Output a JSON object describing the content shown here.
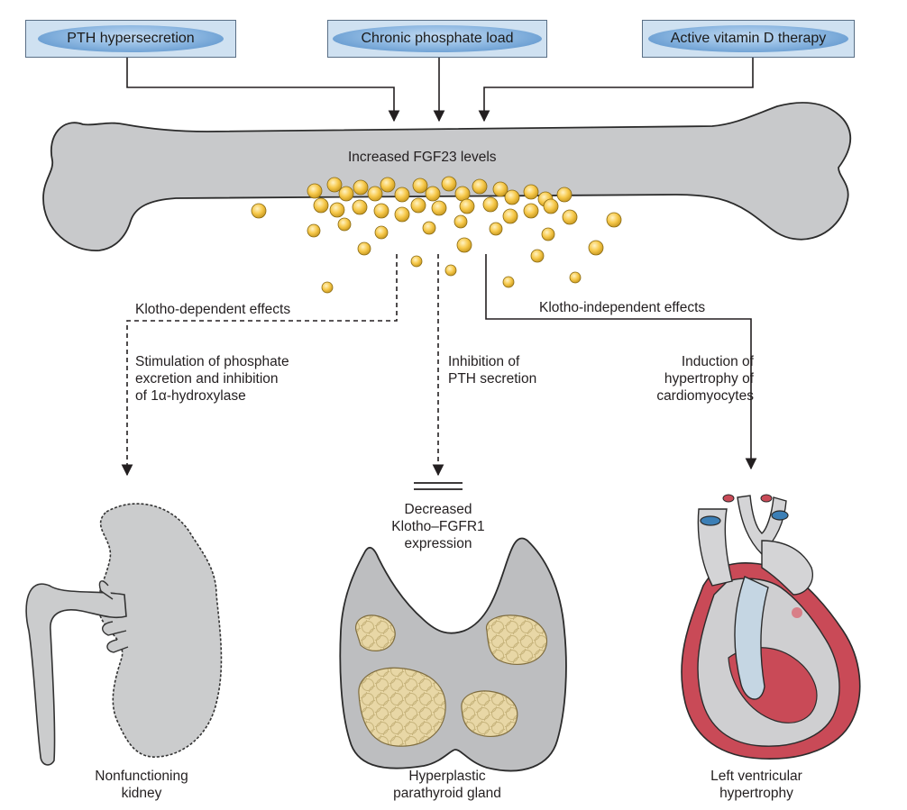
{
  "causes": {
    "pth": "PTH hypersecretion",
    "phosphate": "Chronic phosphate load",
    "vitd": "Active vitamin D therapy"
  },
  "bone": {
    "label": "Increased FGF23 levels"
  },
  "effects": {
    "klotho_dependent": "Klotho-dependent effects",
    "klotho_independent": "Klotho-independent effects"
  },
  "mechanisms": {
    "kidney": [
      "Stimulation of phosphate",
      "excretion and inhibition",
      "of 1α-hydroxylase"
    ],
    "pth": [
      "Inhibition of",
      "PTH secretion"
    ],
    "heart": [
      "Induction of",
      "hypertrophy of",
      "cardiomyocytes"
    ]
  },
  "klotho_expression": [
    "Decreased",
    "Klotho–FGFR1",
    "expression"
  ],
  "outcomes": {
    "kidney": [
      "Nonfunctioning",
      "kidney"
    ],
    "parathyroid": [
      "Hyperplastic",
      "parathyroid gland"
    ],
    "heart": [
      "Left ventricular",
      "hypertrophy"
    ]
  },
  "colors": {
    "bone": "#c8c9cb",
    "particle": "#f5c242",
    "cause_box": "#cfe1f1",
    "hyperplasia": "#e8d7a6",
    "heart_red": "#c94a57",
    "organ_gray": "#cbcccd"
  }
}
